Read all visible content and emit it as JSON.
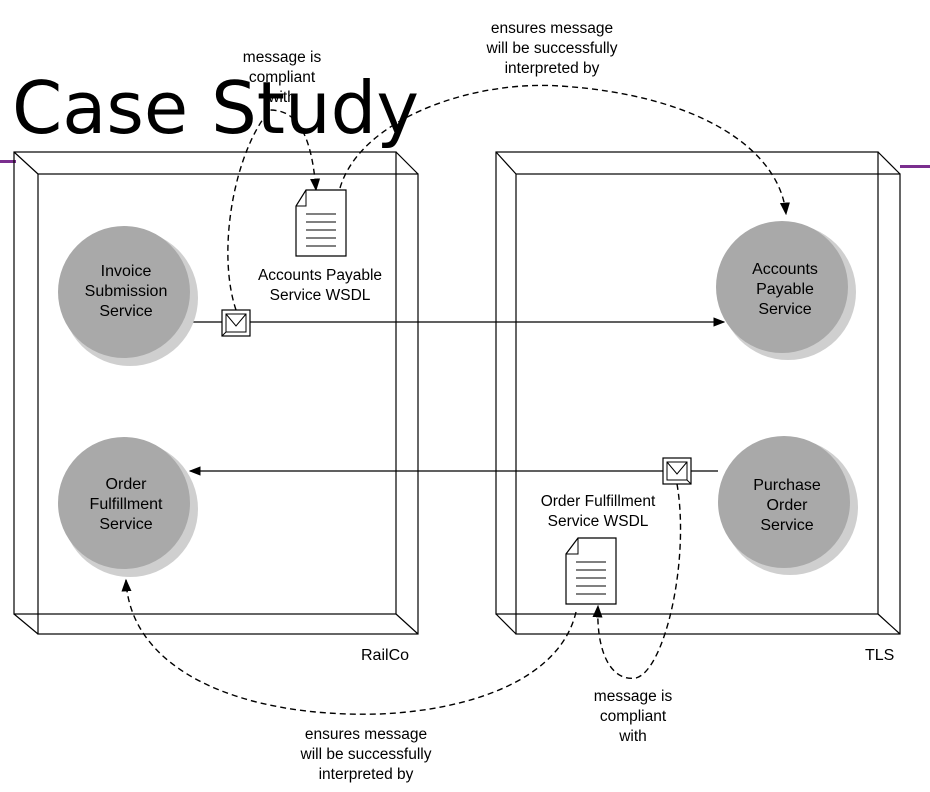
{
  "title": "Case Study",
  "colors": {
    "accent_rule": "#7a2e8e",
    "service_circle": "#a9a9a9",
    "service_shadow": "#cfcfcf"
  },
  "containers": {
    "left": {
      "label": "RailCo"
    },
    "right": {
      "label": "TLS"
    }
  },
  "services": {
    "invoice_submission": {
      "lines": [
        "Invoice",
        "Submission",
        "Service"
      ]
    },
    "order_fulfillment": {
      "lines": [
        "Order",
        "Fulfillment",
        "Service"
      ]
    },
    "accounts_payable": {
      "lines": [
        "Accounts",
        "Payable",
        "Service"
      ]
    },
    "purchase_order": {
      "lines": [
        "Purchase",
        "Order",
        "Service"
      ]
    }
  },
  "documents": {
    "ap_wsdl": {
      "icon": "document-icon",
      "lines": [
        "Accounts Payable",
        "Service WSDL"
      ]
    },
    "of_wsdl": {
      "icon": "document-icon",
      "lines": [
        "Order Fulfillment",
        "Service WSDL"
      ]
    }
  },
  "annotations": {
    "compliant_top": [
      "message is",
      "compliant",
      "with"
    ],
    "interpreted_top": [
      "ensures message",
      "will be successfully",
      "interpreted by"
    ],
    "compliant_bottom": [
      "message is",
      "compliant",
      "with"
    ],
    "interpreted_bottom": [
      "ensures message",
      "will be successfully",
      "interpreted by"
    ]
  },
  "icons": {
    "message_top": "envelope-icon",
    "message_bottom": "envelope-icon"
  }
}
